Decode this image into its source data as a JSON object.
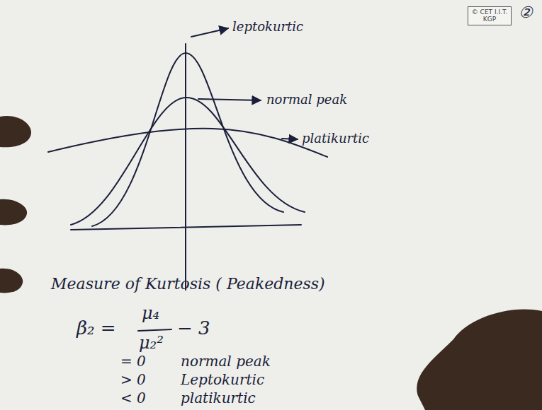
{
  "diagram": {
    "nodes": [
      {
        "text": [
          "© CET I.I.T. KGP"
        ]
      }
    ],
    "labels": [
      "leptokurtic",
      "normal peak",
      "platikurtic",
      "Measure of Kurtosis ( Peakedness)",
      "β₂ =",
      "μ₄",
      "μ₂²",
      "− 3",
      "= 0",
      "normal peak",
      "> 0",
      "Leptokurtic",
      "< 0",
      "platikurtic",
      "②"
    ]
  }
}
